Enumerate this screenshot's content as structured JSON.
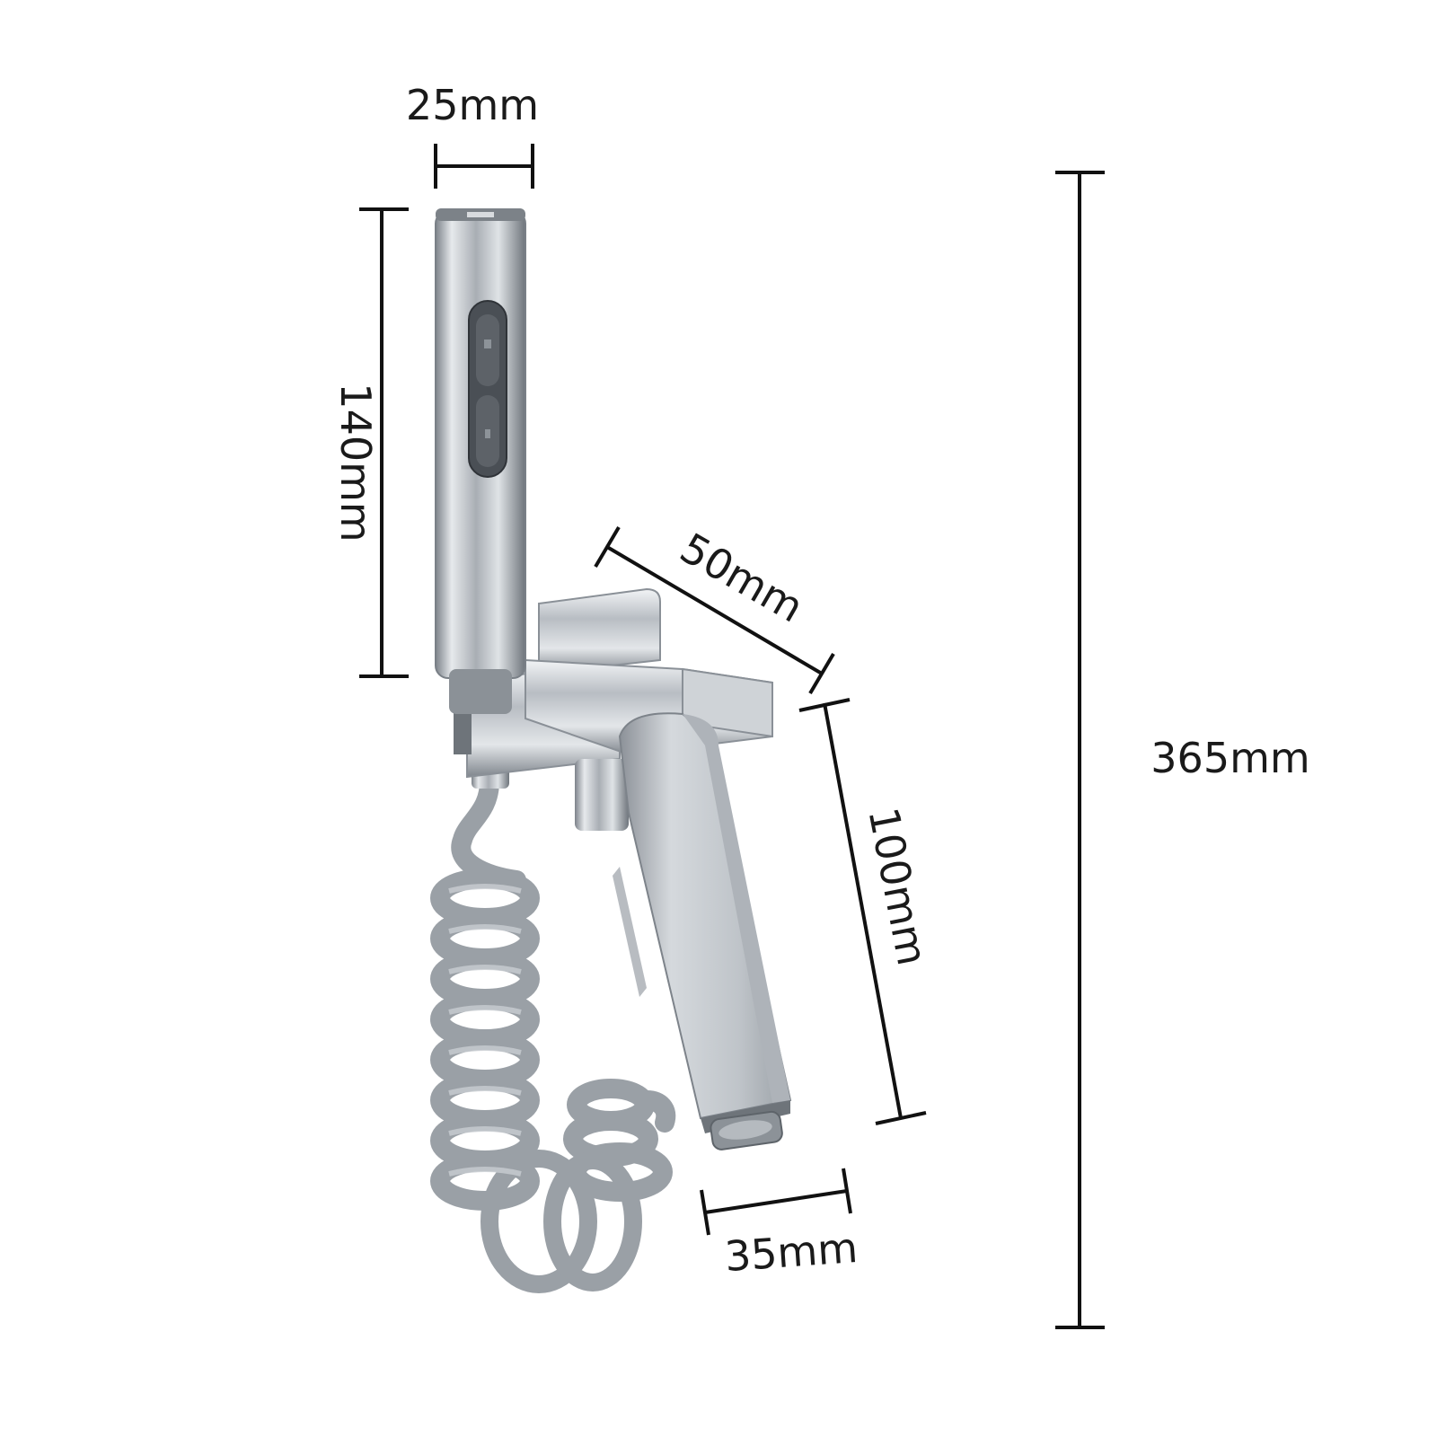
{
  "dimensions": {
    "head_width": "25mm",
    "head_length": "140mm",
    "holder_depth": "50mm",
    "spout_length": "100mm",
    "spout_width": "35mm",
    "total_height": "365mm"
  },
  "colors": {
    "dimension_line": "#111111",
    "hose": "#9aa0a6",
    "chrome": "#b9bec4"
  }
}
